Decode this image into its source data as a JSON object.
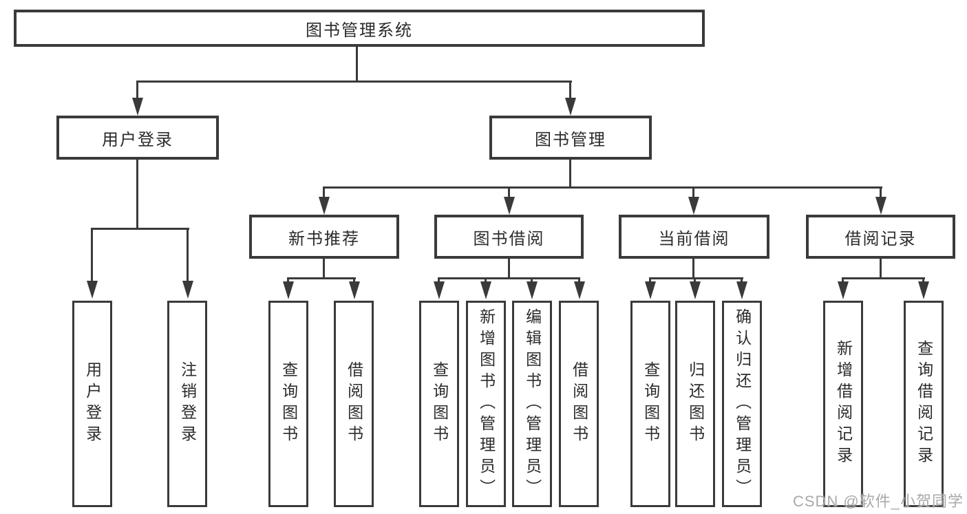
{
  "colors": {
    "line": "#3a3a3a",
    "text": "#2b2b2b",
    "watermark": "#a9a9a9",
    "bg": "#ffffff"
  },
  "root": {
    "label": "图书管理系统"
  },
  "level2": [
    {
      "label": "用户登录"
    },
    {
      "label": "图书管理"
    }
  ],
  "level3": [
    {
      "label": "新书推荐"
    },
    {
      "label": "图书借阅"
    },
    {
      "label": "当前借阅"
    },
    {
      "label": "借阅记录"
    }
  ],
  "leaves": {
    "user_login": [
      {
        "label": "用户登录"
      },
      {
        "label": "注销登录"
      }
    ],
    "new_book_recommend": [
      {
        "label": "查询图书"
      },
      {
        "label": "借阅图书"
      }
    ],
    "book_borrowing": [
      {
        "label": "查询图书"
      },
      {
        "label": "新增图书（管理员）"
      },
      {
        "label": "编辑图书（管理员）"
      },
      {
        "label": "借阅图书"
      }
    ],
    "current_borrowing": [
      {
        "label": "查询图书"
      },
      {
        "label": "归还图书"
      },
      {
        "label": "确认归还（管理员）"
      }
    ],
    "borrowing_records": [
      {
        "label": "新增借阅记录"
      },
      {
        "label": "查询借阅记录"
      }
    ]
  },
  "watermark": "CSDN @软件_小贺同学"
}
